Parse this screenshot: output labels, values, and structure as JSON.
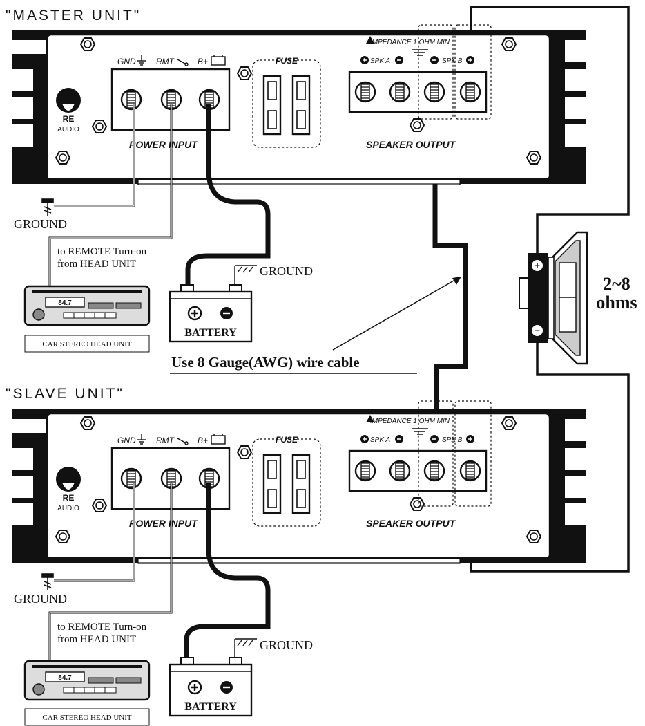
{
  "units": [
    {
      "id": "master",
      "title": "\"MASTER UNIT\"",
      "brand_line1": "RE",
      "brand_line2": "AUDIO",
      "power": {
        "gnd_label": "GND",
        "rmt_label": "RMT",
        "bplus_label": "B+",
        "section_label": "POWER INPUT"
      },
      "fuse_label": "FUSE",
      "speaker": {
        "impedance_label": "IMPEDANCE 1 OHM MIN",
        "spk_a_label": "SPK A",
        "spk_b_label": "SPK B",
        "section_label": "SPEAKER OUTPUT"
      },
      "ground_label": "GROUND",
      "remote_label_line1": "to REMOTE Turn-on",
      "remote_label_line2": "from HEAD UNIT",
      "head_unit": {
        "display": "84.7",
        "caption": "CAR STEREO HEAD UNIT"
      },
      "battery": {
        "label": "BATTERY",
        "plus": "+",
        "minus": "−",
        "ground_label": "GROUND"
      }
    },
    {
      "id": "slave",
      "title": "\"SLAVE UNIT\"",
      "brand_line1": "RE",
      "brand_line2": "AUDIO",
      "power": {
        "gnd_label": "GND",
        "rmt_label": "RMT",
        "bplus_label": "B+",
        "section_label": "POWER INPUT"
      },
      "fuse_label": "FUSE",
      "speaker": {
        "impedance_label": "IMPEDANCE 1 OHM MIN",
        "spk_a_label": "SPK A",
        "spk_b_label": "SPK B",
        "section_label": "SPEAKER OUTPUT"
      },
      "ground_label": "GROUND",
      "remote_label_line1": "to REMOTE Turn-on",
      "remote_label_line2": "from HEAD UNIT",
      "head_unit": {
        "display": "84.7",
        "caption": "CAR STEREO HEAD UNIT"
      },
      "battery": {
        "label": "BATTERY",
        "plus": "+",
        "minus": "−",
        "ground_label": "GROUND"
      }
    }
  ],
  "wire_note": "Use 8 Gauge(AWG) wire cable",
  "speaker": {
    "impedance_line1": "2~8",
    "impedance_line2": "ohms",
    "plus": "+",
    "minus": "−"
  }
}
